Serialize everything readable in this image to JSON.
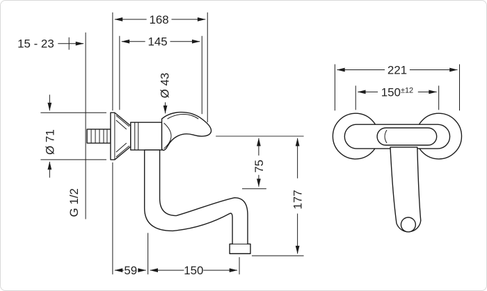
{
  "theme": {
    "ink": "#1c1c1c",
    "background": "#ffffff"
  },
  "side_view": {
    "dims": {
      "total_projection": "168",
      "spout_projection": "145",
      "wall_distance": "15 - 23",
      "spout_diameter": "Ø 43",
      "escutcheon_diameter": "Ø 71",
      "thread": "G 1/2",
      "drop": "75",
      "height": "177",
      "base_offset": "59",
      "reach": "150"
    }
  },
  "front_view": {
    "dims": {
      "total_width": "221",
      "connection_centers": "150",
      "tolerance": "±12"
    }
  }
}
